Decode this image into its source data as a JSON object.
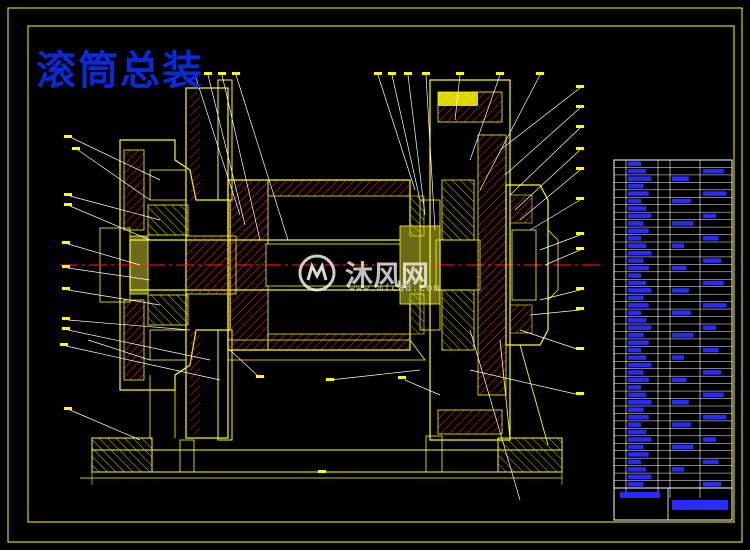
{
  "drawing": {
    "title": "滚筒总装",
    "colors": {
      "background": "#000000",
      "outline": "#ffff00",
      "hatch": "#ff3030",
      "leader": "#ffffff",
      "centerline": "#ff2020",
      "shade": "#6b6b1a",
      "table": "#2a2aff",
      "title": "#0a2ad8"
    }
  },
  "watermark": {
    "brand": "沐风网",
    "url": "www.mfcad.com"
  }
}
